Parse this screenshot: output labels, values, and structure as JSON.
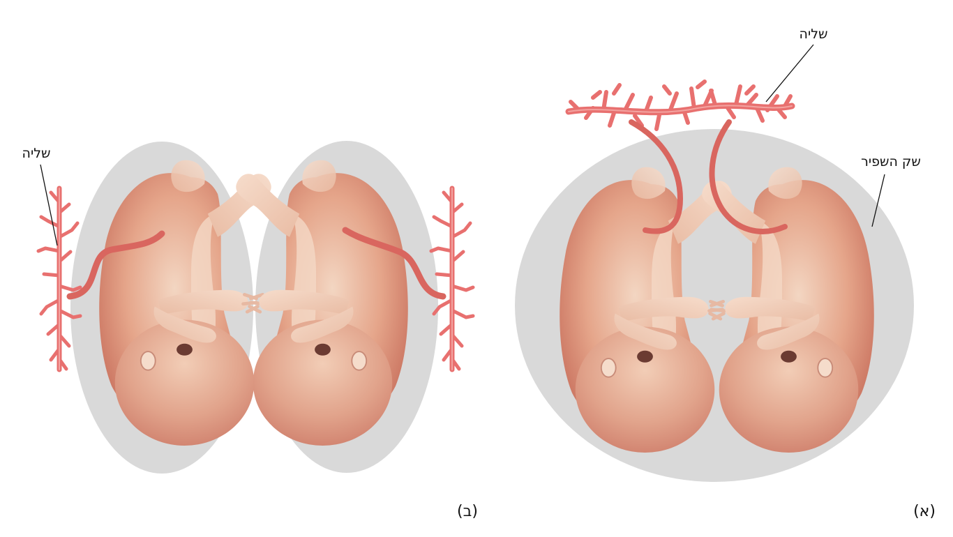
{
  "panel_a": {
    "caption": "(א)",
    "label_placenta": "שליה",
    "label_amniotic_sac": "שק השפיר"
  },
  "panel_b": {
    "caption": "(ב)",
    "label_placenta": "שליה"
  },
  "colors": {
    "sac": "#d9d9d9",
    "fetus_light": "#f3d2bd",
    "fetus_dark": "#c96f5c",
    "placenta": "#e8706f",
    "placenta_dark": "#c94a4a",
    "cord": "#d9665f"
  }
}
